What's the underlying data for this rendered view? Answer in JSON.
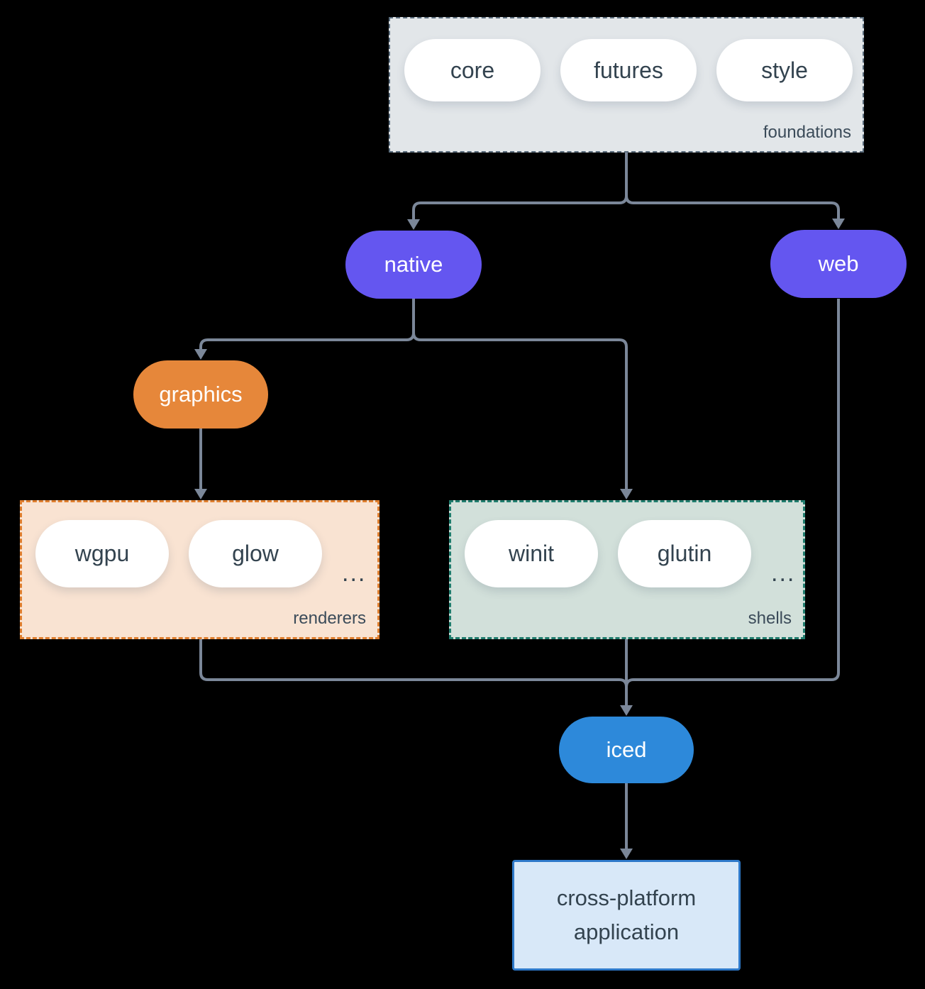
{
  "groups": {
    "foundations": {
      "label": "foundations",
      "items": [
        "core",
        "futures",
        "style"
      ]
    },
    "renderers": {
      "label": "renderers",
      "items": [
        "wgpu",
        "glow"
      ],
      "more": "..."
    },
    "shells": {
      "label": "shells",
      "items": [
        "winit",
        "glutin"
      ],
      "more": "..."
    }
  },
  "nodes": {
    "native": {
      "label": "native"
    },
    "web": {
      "label": "web"
    },
    "graphics": {
      "label": "graphics"
    },
    "iced": {
      "label": "iced"
    },
    "application": {
      "label": "cross-platform application",
      "lines": [
        "cross-platform",
        "application"
      ]
    }
  },
  "colors": {
    "background": "#000000",
    "arrow": "#7b8799",
    "pill_text": "#33434f",
    "node_text": "#ffffff",
    "pill_fill": "#ffffff",
    "purple": "#6456f0",
    "orange": "#e6873a",
    "blue": "#2d89da",
    "foundations_fill": "#e2e6e9",
    "foundations_border": "#5b6d7d",
    "renderers_fill": "#f9e3d2",
    "renderers_border": "#df7e2e",
    "shells_fill": "#d2e0da",
    "shells_border": "#1f7c6d",
    "application_fill": "#d8e8f8",
    "application_border": "#2e79c9",
    "label_text": "#3b4b59"
  }
}
